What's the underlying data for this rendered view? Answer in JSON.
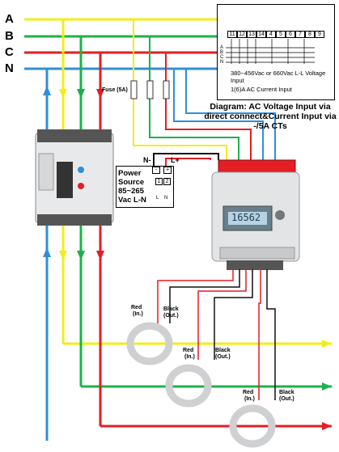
{
  "phases": {
    "a": "A",
    "b": "B",
    "c": "C",
    "n": "N"
  },
  "colors": {
    "a": "#f2ee1a",
    "b": "#1db14b",
    "c": "#e31e24",
    "n": "#2f8fd8",
    "wire": "#111111"
  },
  "fuse_label": "Fuse (5A)",
  "inset": {
    "terminal_numbers": [
      "11",
      "12",
      "13",
      "14",
      "4",
      "5",
      "6",
      "7",
      "8",
      "9"
    ],
    "line_letters": [
      "A",
      "B",
      "C",
      "N"
    ],
    "voltage_input": "380~456Vac or 660Vac L-L Voltage Input",
    "current_input": "1(6)A AC Current Input"
  },
  "diagram_title": "Diagram: AC Voltage Input via direct connect&Current Input via -/5A CTs",
  "power_source": {
    "label": "Power Source 85~265 Vac L-N",
    "neg": "N-",
    "pos": "L+",
    "minus": "-",
    "plus": "+",
    "terminals": [
      "1",
      "2"
    ],
    "terminal_letters": [
      "L",
      "N"
    ]
  },
  "meter": {
    "display": "16562"
  },
  "ct_labels": {
    "red": "Red",
    "red_sub": "(In.)",
    "black": "Black",
    "black_sub": "(Out.)"
  }
}
